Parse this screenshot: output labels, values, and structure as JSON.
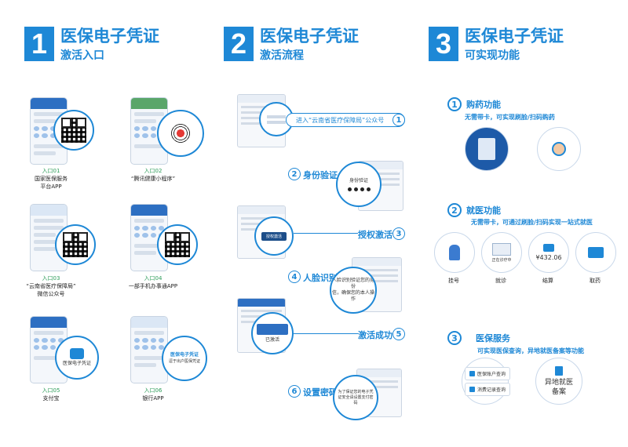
{
  "col1": {
    "num": "1",
    "title": "医保电子凭证",
    "subtitle": "激活入口"
  },
  "col2": {
    "num": "2",
    "title": "医保电子凭证",
    "subtitle": "激活流程"
  },
  "col3": {
    "num": "3",
    "title": "医保电子凭证",
    "subtitle": "可实现功能"
  },
  "entries": [
    {
      "tag": "入口01",
      "name_line1": "国家医保服务",
      "name_line2": "平台APP"
    },
    {
      "tag": "入口02",
      "name_line1": "“腾讯健康小程序”",
      "name_line2": ""
    },
    {
      "tag": "入口03",
      "name_line1": "“云南省医疗保障局”",
      "name_line2": "微信公众号"
    },
    {
      "tag": "入口04",
      "name_line1": "一部手机办事通APP",
      "name_line2": ""
    },
    {
      "tag": "入口05",
      "name_line1": "支付宝",
      "name_line2": ""
    },
    {
      "tag": "入口06",
      "name_line1": "银行APP",
      "name_line2": ""
    }
  ],
  "entry_badges": {
    "zfb": "医保电子凭证",
    "bank_line1": "医保电子凭证",
    "bank_line2": "逗于出户医保凭证"
  },
  "steps": [
    {
      "num": "1",
      "label": "进入“云南省医疗保障局”公众号"
    },
    {
      "num": "2",
      "label": "身份验证"
    },
    {
      "num": "3",
      "label": "授权激活"
    },
    {
      "num": "4",
      "label": "人脸识别"
    },
    {
      "num": "5",
      "label": "激活成功"
    },
    {
      "num": "6",
      "label": "设置密码"
    }
  ],
  "step_details": {
    "s2_bubble": "身份验证",
    "s3_bubble": "授权激活",
    "s4_bubble_1": "人脸识别验证您的身份",
    "s4_bubble_2": "信，确保您的本人操作",
    "s5_bubble": "已激活",
    "s6_bubble": "为了保证您的电子凭证安全请设置支付密码"
  },
  "features": {
    "f1": {
      "num": "1",
      "name": "购药功能",
      "desc": "无需带卡，可实现刷脸/扫码购药"
    },
    "f2": {
      "num": "2",
      "name": "就医功能",
      "desc": "无需带卡，可通过刷脸/扫码实现一站式就医",
      "items": [
        {
          "label": "挂号"
        },
        {
          "label": "就诊"
        },
        {
          "label": "结算"
        },
        {
          "label": "取药"
        }
      ],
      "price": "¥432.06",
      "status": "正在诊疗中"
    },
    "f3": {
      "num": "3",
      "name": "医保服务",
      "desc": "可实现医保查询，异地就医备案等功能",
      "pill1": "医保账户查询",
      "pill2": "消费记录查询",
      "remote_line1": "异地就医",
      "remote_line2": "备案"
    }
  },
  "colors": {
    "accent": "#1e88d6",
    "green_tag": "#2e9d5a"
  }
}
